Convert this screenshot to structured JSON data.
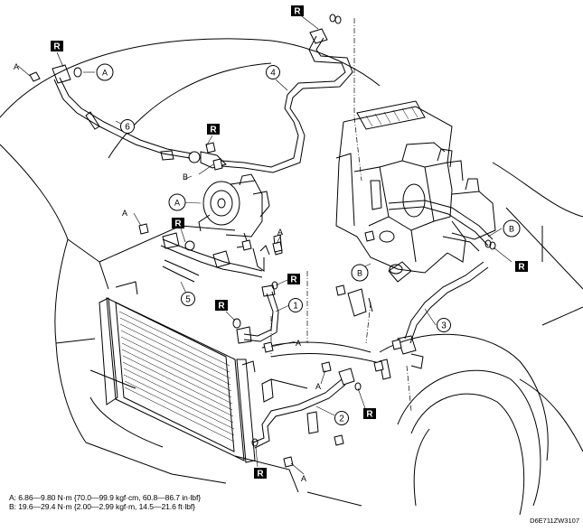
{
  "labels": {
    "r_mark": "R",
    "a": "A",
    "b": "B",
    "callout_a": "A",
    "callout_b": "B",
    "num_1": "1",
    "num_2": "2",
    "num_3": "3",
    "num_4": "4",
    "num_5": "5",
    "num_6": "6"
  },
  "torque_specs": {
    "a": "A: 6.86—9.80 N·m {70.0—99.9 kgf·cm, 60.8—86.7 in·lbf}",
    "b": "B: 19.6—29.4 N·m {2.00—2.99 kgf·m, 14.5—21.6 ft·lbf}"
  },
  "figure_code": "D6E711ZW3107",
  "colors": {
    "ink": "#000000",
    "paper": "#ffffff"
  }
}
